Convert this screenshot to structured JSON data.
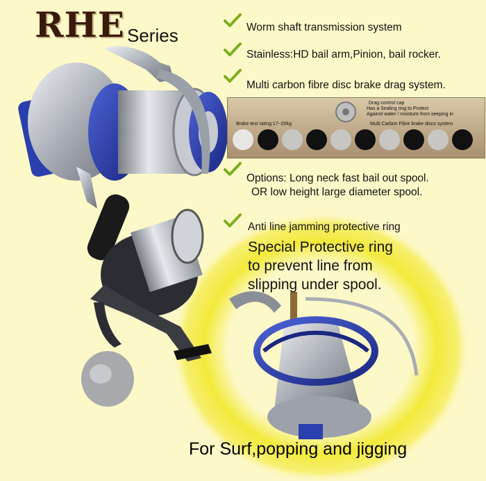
{
  "brand": {
    "name": "RHE",
    "suffix": "Series"
  },
  "features": [
    {
      "text": "Worm shaft transmission system"
    },
    {
      "text": "Stainless:HD bail arm,Pinion, bail rocker."
    },
    {
      "text": "Multi carbon fibre disc brake drag system."
    },
    {
      "text": "Options: Long neck fast bail out spool.",
      "text2": "OR low height large diameter spool."
    },
    {
      "text": "Anti line jamming protective ring"
    }
  ],
  "inset": {
    "drag_cap": "Drag control cap",
    "sealing": "Has a Sealing ring to Protect",
    "against": "Against water / moisture from seeping in",
    "rating": "Brake test rating:17~20kg",
    "discs": "Multi Carbon Fibre brake discs system"
  },
  "special": {
    "line1": "Special Protective ring",
    "line2": "to prevent line from",
    "line3": "slipping under spool."
  },
  "tagline": "For Surf,popping and jigging",
  "colors": {
    "background": "#fdf8c8",
    "check": "#7cae1e",
    "glow": "#f2ea3a",
    "reel_blue": "#2a3fae",
    "reel_silver": "#b8bcc4"
  }
}
